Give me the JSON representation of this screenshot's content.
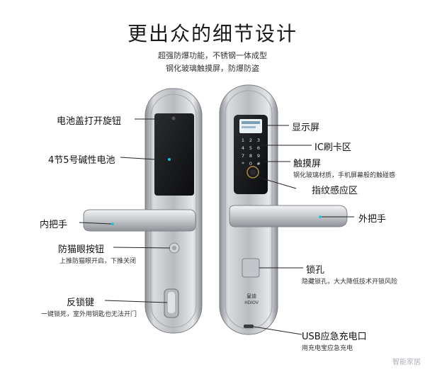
{
  "title": "更出众的细节设计",
  "subtitle_lines": [
    "超强防爆功能，不锈钢一体成型",
    "钢化玻璃触摸屏，防爆防盗"
  ],
  "left_labels": {
    "battery_cover": "电池盖打开旋钮",
    "battery": "4节5号碱性电池",
    "inner_handle": "内把手",
    "peephole": "防猫眼按钮",
    "peephole_note": "上推防猫眼开启，下推关闭",
    "deadlock": "反锁键",
    "deadlock_note": "一键锁死，室外用钥匙也无法开门"
  },
  "right_labels": {
    "display": "显示屏",
    "ic_card": "IC刷卡区",
    "touch": "触摸屏",
    "touch_note": "钢化玻璃材质，手机屏幕般的触碰感",
    "fingerprint": "指纹感应区",
    "outer_handle": "外把手",
    "keyhole": "锁孔",
    "keyhole_note": "隐藏锁孔，大大降低技术开锁风险",
    "usb": "USB应急充电口",
    "usb_note": "用充电宝应急充电"
  },
  "device": {
    "brand_cn": "皇迪",
    "brand_en": "HDIOV",
    "keypad": [
      "1",
      "2",
      "3",
      "4",
      "5",
      "6",
      "7",
      "8",
      "9",
      "*",
      "0",
      "#"
    ]
  },
  "watermark": "智能家居"
}
